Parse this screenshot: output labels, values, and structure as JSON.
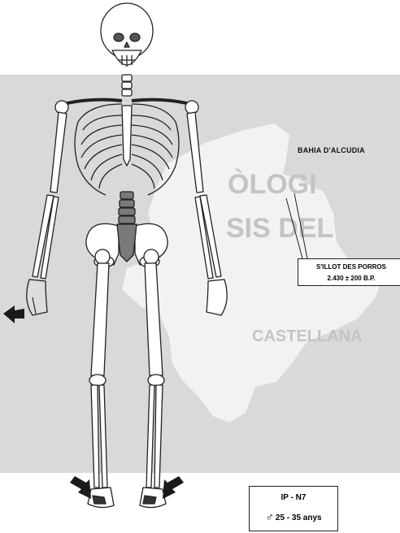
{
  "map": {
    "bay_label": "BAHIA D'ALCUDIA",
    "site": {
      "name": "S'ILLOT DES PORROS",
      "date": "2.430 ± 200 B.P."
    }
  },
  "specimen": {
    "id": "IP - N7",
    "sex_symbol": "♂",
    "age": "25 - 35 anys"
  },
  "colors": {
    "map_background": "#d9d9d9",
    "island": "#f2f2f2",
    "bone_fill": "#ffffff",
    "bone_outline": "#222222",
    "affected_region": "#7a7a7a",
    "arrow": "#1a1a1a"
  },
  "icons": [
    "skeleton-figure",
    "arrow-pointer",
    "male-symbol"
  ]
}
